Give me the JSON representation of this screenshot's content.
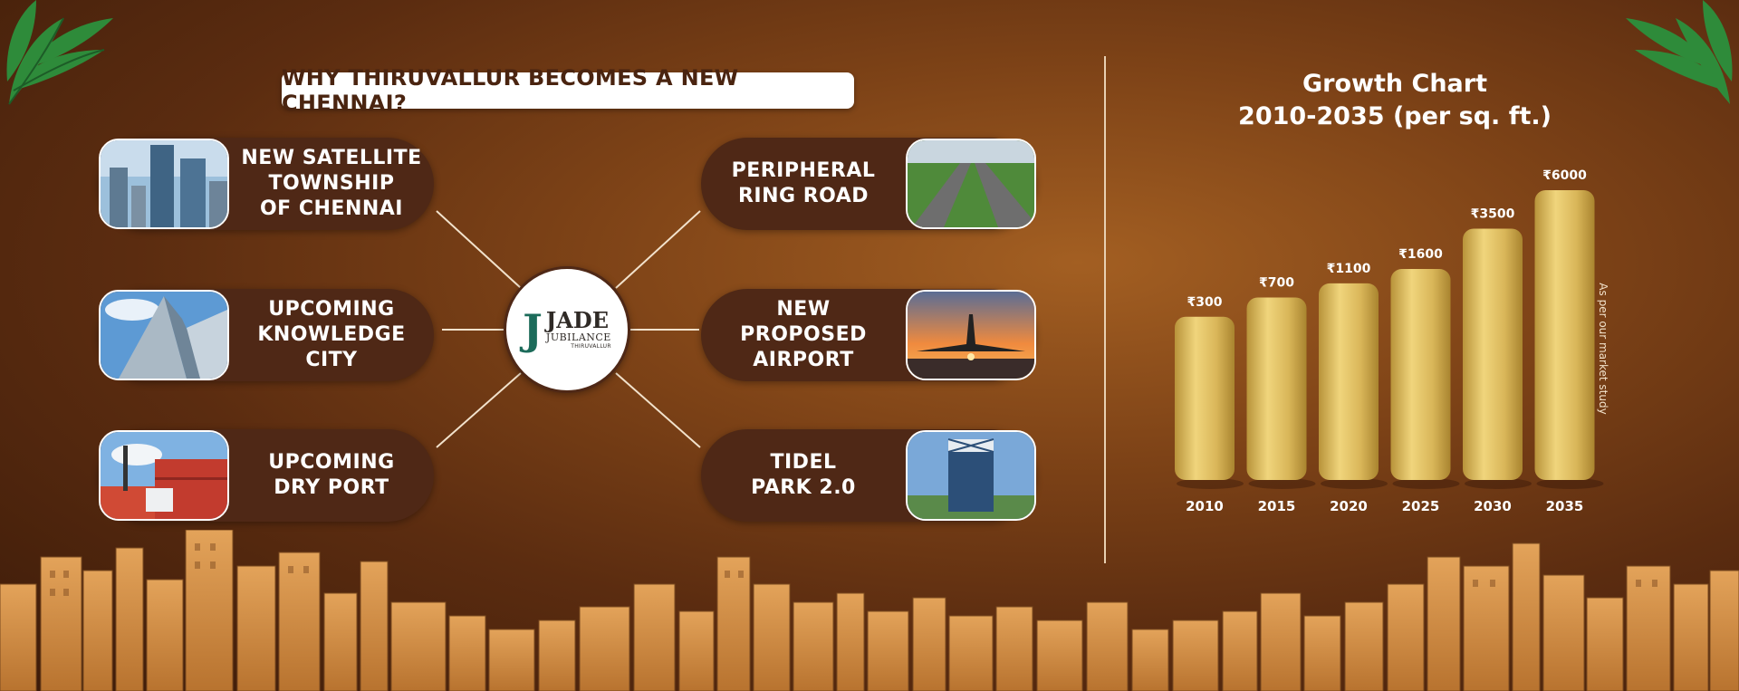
{
  "left": {
    "heading": "WHY THIRUVALLUR BECOMES A NEW CHENNAI?",
    "logo": {
      "monogram": "J",
      "name": "JADE",
      "subname": "JUBILANCE",
      "location": "THIRUVALLUR"
    },
    "features": [
      {
        "label": "NEW SATELLITE\nTOWNSHIP\nOF CHENNAI",
        "photo": "city-skyscrapers-photo"
      },
      {
        "label": "UPCOMING\nKNOWLEDGE\nCITY",
        "photo": "glass-tower-photo"
      },
      {
        "label": "UPCOMING\nDRY PORT",
        "photo": "shipping-containers-photo"
      },
      {
        "label": "PERIPHERAL\nRING ROAD",
        "photo": "highway-photo"
      },
      {
        "label": "NEW\nPROPOSED\nAIRPORT",
        "photo": "airplane-sunset-photo"
      },
      {
        "label": "TIDEL\nPARK 2.0",
        "photo": "office-tower-photo"
      }
    ]
  },
  "colors": {
    "pill": "#4f2816",
    "bar_gold": "#e3c05e",
    "leaf_green": "#2e8b3a",
    "accent_cream": "#e8d0b2"
  },
  "chart_data": {
    "type": "bar",
    "title": "Growth Chart\n2010-2035 (per sq. ft.)",
    "categories": [
      "2010",
      "2015",
      "2020",
      "2025",
      "2030",
      "2035"
    ],
    "values": [
      300,
      700,
      1100,
      1600,
      3500,
      6000
    ],
    "data_labels": [
      "₹300",
      "₹700",
      "₹1100",
      "₹1600",
      "₹3500",
      "₹6000"
    ],
    "note": "As per our market study",
    "xlabel": "",
    "ylabel": "",
    "grid": false
  }
}
